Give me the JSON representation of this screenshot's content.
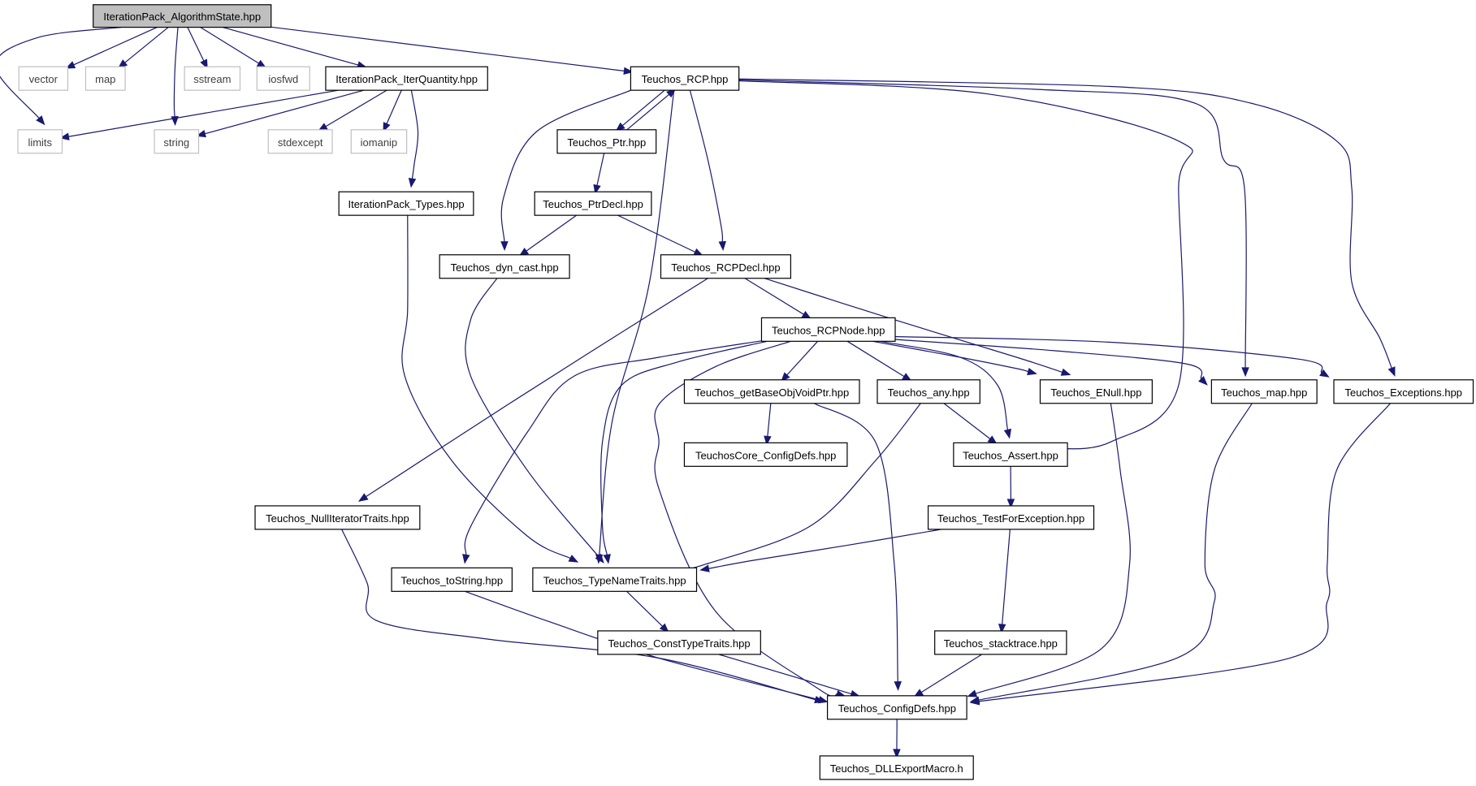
{
  "colors": {
    "edge": "#191970",
    "root_fill": "#bfbfbf",
    "node_border": "#000000",
    "external_border": "#bfbfbf",
    "external_text": "#404040",
    "text": "#000000"
  },
  "nodes": [
    {
      "id": "root",
      "label": "IterationPack_AlgorithmState.hpp",
      "kind": "root"
    },
    {
      "id": "vector",
      "label": "vector",
      "kind": "external"
    },
    {
      "id": "map",
      "label": "map",
      "kind": "external"
    },
    {
      "id": "sstream",
      "label": "sstream",
      "kind": "external"
    },
    {
      "id": "iosfwd",
      "label": "iosfwd",
      "kind": "external"
    },
    {
      "id": "limits",
      "label": "limits",
      "kind": "external"
    },
    {
      "id": "string",
      "label": "string",
      "kind": "external"
    },
    {
      "id": "stdexcept",
      "label": "stdexcept",
      "kind": "external"
    },
    {
      "id": "iomanip",
      "label": "iomanip",
      "kind": "external"
    },
    {
      "id": "iterq",
      "label": "IterationPack_IterQuantity.hpp",
      "kind": "file"
    },
    {
      "id": "types",
      "label": "IterationPack_Types.hpp",
      "kind": "file"
    },
    {
      "id": "rcp",
      "label": "Teuchos_RCP.hpp",
      "kind": "file"
    },
    {
      "id": "ptr",
      "label": "Teuchos_Ptr.hpp",
      "kind": "file"
    },
    {
      "id": "ptrdecl",
      "label": "Teuchos_PtrDecl.hpp",
      "kind": "file"
    },
    {
      "id": "dyncast",
      "label": "Teuchos_dyn_cast.hpp",
      "kind": "file"
    },
    {
      "id": "rcpdecl",
      "label": "Teuchos_RCPDecl.hpp",
      "kind": "file"
    },
    {
      "id": "rcpnode",
      "label": "Teuchos_RCPNode.hpp",
      "kind": "file"
    },
    {
      "id": "getbase",
      "label": "Teuchos_getBaseObjVoidPtr.hpp",
      "kind": "file"
    },
    {
      "id": "any",
      "label": "Teuchos_any.hpp",
      "kind": "file"
    },
    {
      "id": "enull",
      "label": "Teuchos_ENull.hpp",
      "kind": "file"
    },
    {
      "id": "tmap",
      "label": "Teuchos_map.hpp",
      "kind": "file"
    },
    {
      "id": "exceptions",
      "label": "Teuchos_Exceptions.hpp",
      "kind": "file"
    },
    {
      "id": "coreconfig",
      "label": "TeuchosCore_ConfigDefs.hpp",
      "kind": "file"
    },
    {
      "id": "assert",
      "label": "Teuchos_Assert.hpp",
      "kind": "file"
    },
    {
      "id": "nulliter",
      "label": "Teuchos_NullIteratorTraits.hpp",
      "kind": "file"
    },
    {
      "id": "testfor",
      "label": "Teuchos_TestForException.hpp",
      "kind": "file"
    },
    {
      "id": "tostring",
      "label": "Teuchos_toString.hpp",
      "kind": "file"
    },
    {
      "id": "typename",
      "label": "Teuchos_TypeNameTraits.hpp",
      "kind": "file"
    },
    {
      "id": "consttype",
      "label": "Teuchos_ConstTypeTraits.hpp",
      "kind": "file"
    },
    {
      "id": "stacktrace",
      "label": "Teuchos_stacktrace.hpp",
      "kind": "file"
    },
    {
      "id": "configdefs",
      "label": "Teuchos_ConfigDefs.hpp",
      "kind": "file"
    },
    {
      "id": "dllexport",
      "label": "Teuchos_DLLExportMacro.h",
      "kind": "file"
    }
  ],
  "edges": [
    {
      "from": "root",
      "to": "limits"
    },
    {
      "from": "root",
      "to": "vector"
    },
    {
      "from": "root",
      "to": "map"
    },
    {
      "from": "root",
      "to": "string"
    },
    {
      "from": "root",
      "to": "sstream"
    },
    {
      "from": "root",
      "to": "iosfwd"
    },
    {
      "from": "root",
      "to": "iterq"
    },
    {
      "from": "root",
      "to": "rcp"
    },
    {
      "from": "iterq",
      "to": "limits"
    },
    {
      "from": "iterq",
      "to": "string"
    },
    {
      "from": "iterq",
      "to": "stdexcept"
    },
    {
      "from": "iterq",
      "to": "iomanip"
    },
    {
      "from": "iterq",
      "to": "types"
    },
    {
      "from": "types",
      "to": "typename"
    },
    {
      "from": "rcp",
      "to": "ptr"
    },
    {
      "from": "rcp",
      "to": "dyncast"
    },
    {
      "from": "rcp",
      "to": "rcpdecl"
    },
    {
      "from": "rcp",
      "to": "typename"
    },
    {
      "from": "rcp",
      "to": "assert"
    },
    {
      "from": "rcp",
      "to": "tmap"
    },
    {
      "from": "rcp",
      "to": "exceptions"
    },
    {
      "from": "ptr",
      "to": "rcp"
    },
    {
      "from": "ptr",
      "to": "ptrdecl"
    },
    {
      "from": "ptrdecl",
      "to": "dyncast"
    },
    {
      "from": "ptrdecl",
      "to": "rcpdecl"
    },
    {
      "from": "dyncast",
      "to": "typename"
    },
    {
      "from": "rcpdecl",
      "to": "rcpnode"
    },
    {
      "from": "rcpdecl",
      "to": "enull"
    },
    {
      "from": "rcpdecl",
      "to": "nulliter"
    },
    {
      "from": "rcpnode",
      "to": "getbase"
    },
    {
      "from": "rcpnode",
      "to": "any"
    },
    {
      "from": "rcpnode",
      "to": "enull"
    },
    {
      "from": "rcpnode",
      "to": "tmap"
    },
    {
      "from": "rcpnode",
      "to": "exceptions"
    },
    {
      "from": "rcpnode",
      "to": "assert"
    },
    {
      "from": "rcpnode",
      "to": "tostring"
    },
    {
      "from": "rcpnode",
      "to": "typename"
    },
    {
      "from": "rcpnode",
      "to": "configdefs"
    },
    {
      "from": "getbase",
      "to": "coreconfig"
    },
    {
      "from": "getbase",
      "to": "configdefs"
    },
    {
      "from": "any",
      "to": "assert"
    },
    {
      "from": "any",
      "to": "typename"
    },
    {
      "from": "enull",
      "to": "configdefs"
    },
    {
      "from": "tmap",
      "to": "configdefs"
    },
    {
      "from": "exceptions",
      "to": "configdefs"
    },
    {
      "from": "assert",
      "to": "testfor"
    },
    {
      "from": "testfor",
      "to": "typename"
    },
    {
      "from": "testfor",
      "to": "stacktrace"
    },
    {
      "from": "nulliter",
      "to": "configdefs"
    },
    {
      "from": "tostring",
      "to": "configdefs"
    },
    {
      "from": "typename",
      "to": "consttype"
    },
    {
      "from": "consttype",
      "to": "configdefs"
    },
    {
      "from": "stacktrace",
      "to": "configdefs"
    },
    {
      "from": "configdefs",
      "to": "dllexport"
    }
  ]
}
